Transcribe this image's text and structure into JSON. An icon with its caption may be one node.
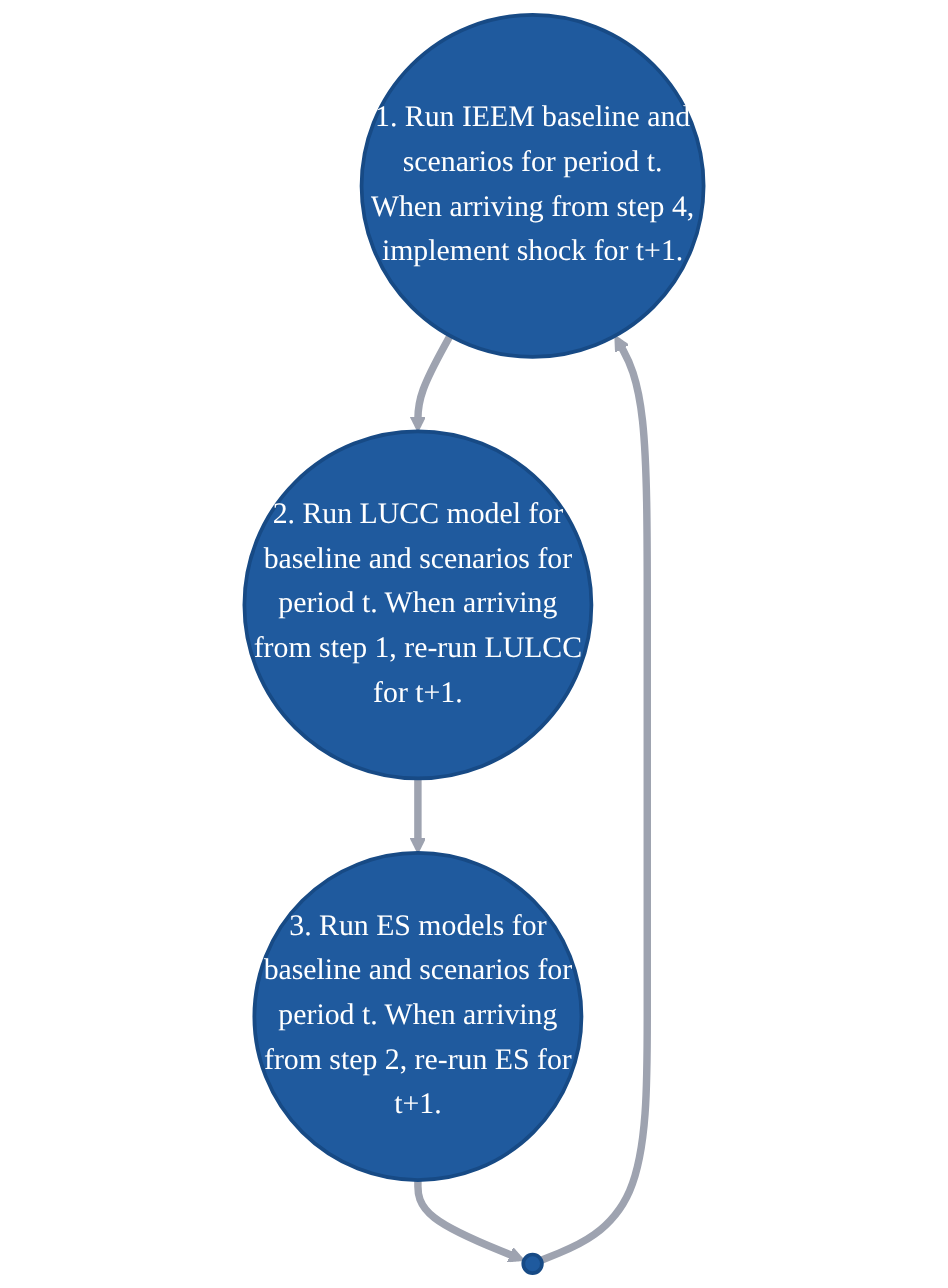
{
  "diagram": {
    "nodes": [
      {
        "text": [
          "1. Run IEEM baseline and scenarios for period t. When arriving from step 4, implement shock for t+1."
        ]
      },
      {
        "text": [
          "2. Run LUCC model for baseline and scenarios for period t. When arriving from step 1, re-run LULCC for t+1."
        ]
      },
      {
        "text": [
          "3. Run ES models for baseline and scenarios for period t. When arriving from step 2, re-run ES for t+1."
        ]
      },
      {
        "text": [],
        "shape": "circle"
      }
    ],
    "edges": [
      {
        "from": 0,
        "to": 1,
        "arrow": "to"
      },
      {
        "from": 1,
        "to": 2,
        "arrow": "to"
      },
      {
        "from": 2,
        "to": 3,
        "arrow": "to"
      },
      {
        "from": 3,
        "to": 0,
        "arrow": "to"
      }
    ]
  }
}
